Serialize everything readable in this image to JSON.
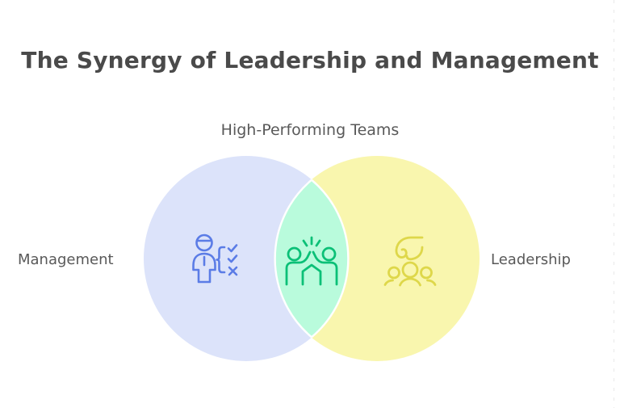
{
  "title": "The Synergy of Leadership and Management",
  "diagram": {
    "type": "venn",
    "center_label": "High-Performing Teams",
    "left_label": "Management",
    "right_label": "Leadership",
    "left_circle_color": "#dce3fa",
    "right_circle_color": "#f9f6ae",
    "overlap_color": "#b9fbdc",
    "left_icon_color": "#5b7ce6",
    "overlap_icon_color": "#0bc077",
    "right_icon_color": "#ded74a",
    "title_color": "#4a4a4a",
    "label_color": "#595959",
    "background_color": "#ffffff",
    "icons": {
      "left": "person-with-checklist-icon",
      "overlap": "two-people-high-five-celebration-icon",
      "right": "group-of-people-with-swirl-arrow-icon"
    }
  }
}
